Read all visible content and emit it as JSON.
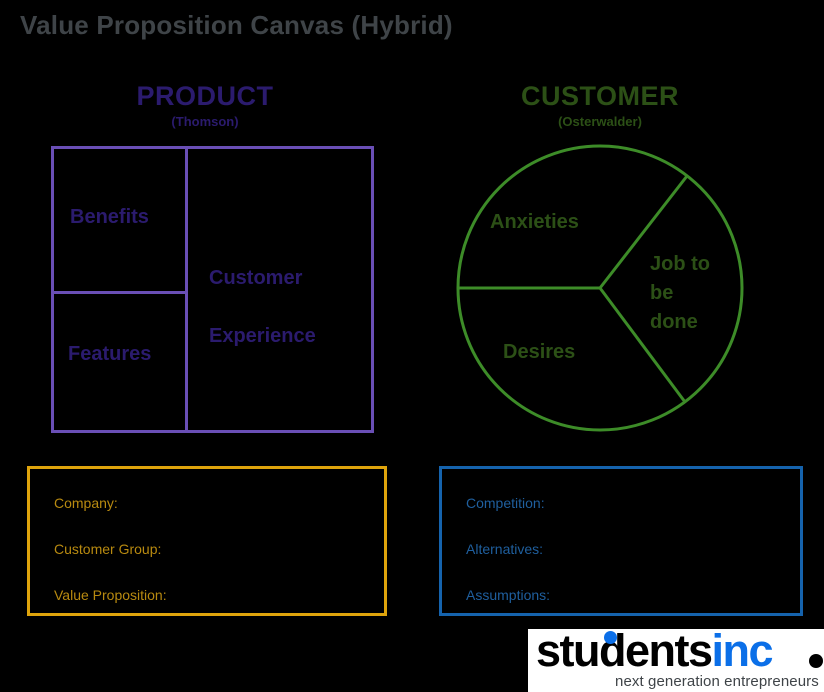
{
  "page": {
    "title": "Value Proposition Canvas (Hybrid)",
    "background_color": "#000000",
    "title_color": "#3f4448"
  },
  "product": {
    "heading": "PRODUCT",
    "subtitle": "(Thomson)",
    "color": "#2b1b6e",
    "border_color": "#6a4fb6",
    "cells": [
      {
        "label": "Benefits"
      },
      {
        "label": "Features"
      },
      {
        "label_line1": "Customer",
        "label_line2": "Experience"
      }
    ]
  },
  "customer": {
    "heading": "CUSTOMER",
    "subtitle": "(Osterwalder)",
    "color": "#2c5016",
    "circle_color": "#3d8c28",
    "sectors": [
      {
        "label": "Anxieties"
      },
      {
        "label": "Desires"
      },
      {
        "label_line1": "Job to",
        "label_line2": "be",
        "label_line3": "done"
      }
    ]
  },
  "company_box": {
    "border_color": "#dfa40c",
    "text_color": "#b88a10",
    "fields": [
      {
        "label": "Company:"
      },
      {
        "label": "Customer Group:"
      },
      {
        "label": "Value Proposition:"
      }
    ]
  },
  "competition_box": {
    "border_color": "#1563ad",
    "text_color": "#1f5f9e",
    "fields": [
      {
        "label": "Competition:"
      },
      {
        "label": "Alternatives:"
      },
      {
        "label": "Assumptions:"
      }
    ]
  },
  "logo": {
    "word_primary": "students",
    "word_accent": "inc",
    "tagline": "next generation entrepreneurs",
    "accent_color": "#0b6fe8",
    "primary_color": "#000000"
  }
}
